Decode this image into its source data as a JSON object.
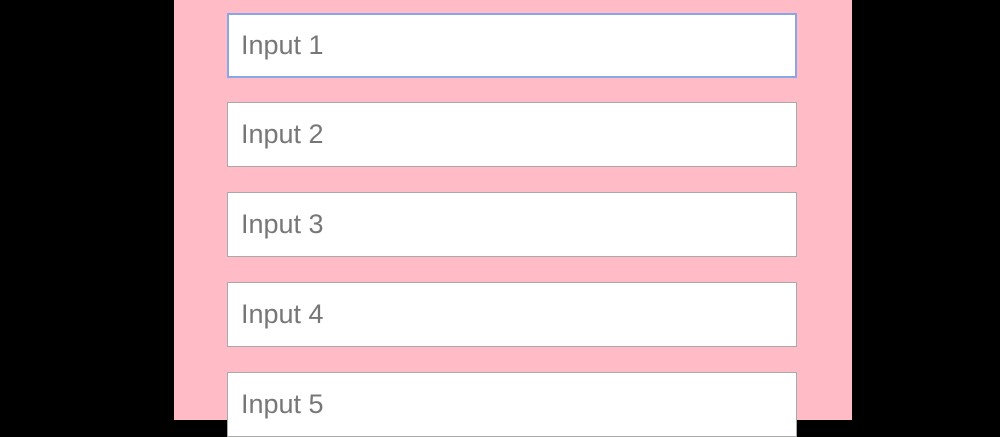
{
  "form": {
    "background": "#ffbcc7",
    "focus_color": "#8aa6e6",
    "inputs": [
      {
        "placeholder": "Input 1",
        "value": "",
        "focused": true
      },
      {
        "placeholder": "Input 2",
        "value": "",
        "focused": false
      },
      {
        "placeholder": "Input 3",
        "value": "",
        "focused": false
      },
      {
        "placeholder": "Input 4",
        "value": "",
        "focused": false
      },
      {
        "placeholder": "Input 5",
        "value": "",
        "focused": false
      }
    ]
  }
}
